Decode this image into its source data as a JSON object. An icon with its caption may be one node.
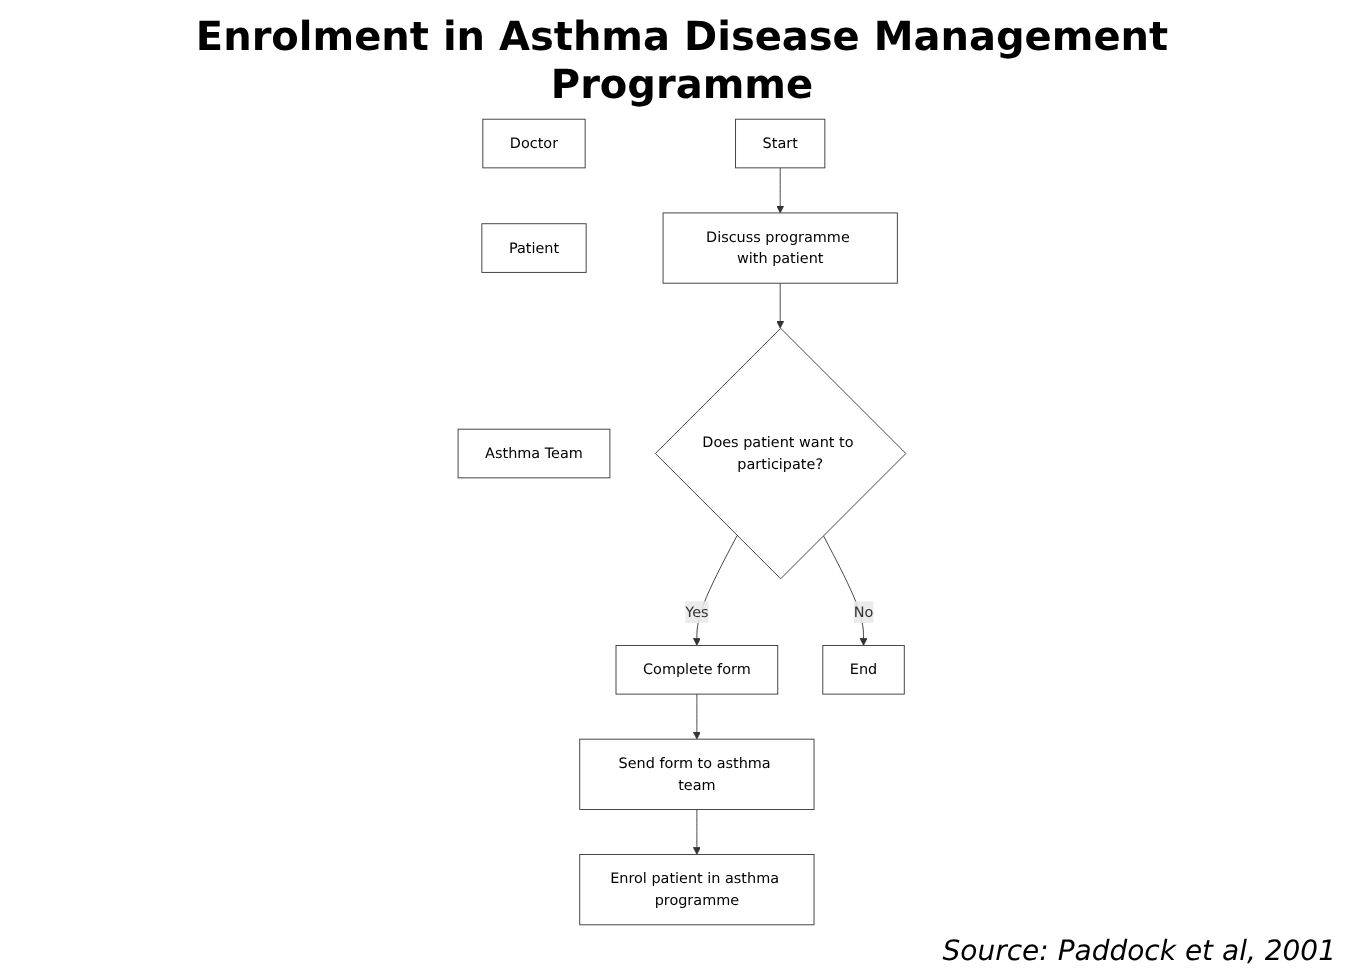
{
  "diagram": {
    "title": "Enrolment in Asthma Disease Management Programme",
    "nodes": [
      {
        "text": [
          "Doctor"
        ]
      },
      {
        "text": [
          "Patient"
        ]
      },
      {
        "text": [
          "Asthma Team"
        ]
      },
      {
        "text": [
          "Start"
        ]
      },
      {
        "text": [
          "Discuss programme with patient"
        ]
      },
      {
        "text": [
          "Does patient want to participate?"
        ]
      },
      {
        "text": [
          "Complete form"
        ]
      },
      {
        "text": [
          "Send form to asthma team"
        ]
      },
      {
        "text": [
          "End"
        ]
      },
      {
        "text": [
          "Enrol patient in asthma programme"
        ]
      }
    ],
    "edges": [
      {
        "from": 3,
        "to": 4,
        "arrow": "to"
      },
      {
        "from": 4,
        "to": 5,
        "arrow": "to"
      },
      {
        "from": 5,
        "to": 6,
        "arrow": "to",
        "label": "Yes"
      },
      {
        "from": 5,
        "to": 8,
        "arrow": "to",
        "label": "No"
      },
      {
        "from": 6,
        "to": 7,
        "arrow": "to"
      },
      {
        "from": 7,
        "to": 9,
        "arrow": "to"
      }
    ],
    "caption": "Source: Paddock et al, 2001"
  }
}
